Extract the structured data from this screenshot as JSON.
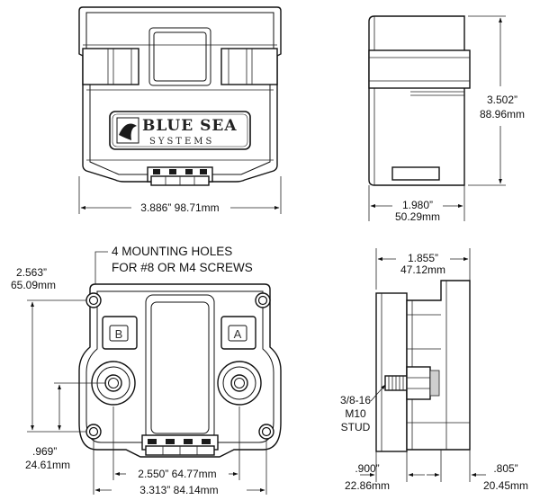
{
  "front_view": {
    "logo_brand": "BLUE SEA",
    "logo_sub": "SYSTEMS",
    "width_dim": "3.886” 98.71mm"
  },
  "side_view_top": {
    "height_dim_in": "3.502”",
    "height_dim_mm": "88.96mm",
    "depth_dim_in": "1.980”",
    "depth_dim_mm": "50.29mm"
  },
  "bottom_view": {
    "mounting_note_line1": "4 MOUNTING HOLES",
    "mounting_note_line2": "FOR #8 OR M4 SCREWS",
    "hole_height_in": "2.563”",
    "hole_height_mm": "65.09mm",
    "stud_height_in": ".969”",
    "stud_height_mm": "24.61mm",
    "stud_spacing_dim": "2.550” 64.77mm",
    "hole_spacing_dim": "3.313” 84.14mm",
    "terminal_b": "B",
    "terminal_a": "A"
  },
  "side_view_bottom": {
    "depth_dim_in": "1.855”",
    "depth_dim_mm": "47.12mm",
    "stud_label_1": "3/8-16",
    "stud_label_2": "M10",
    "stud_label_3": "STUD",
    "base_dim_in": ".900”",
    "base_dim_mm": "22.86mm",
    "flange_dim_in": ".805”",
    "flange_dim_mm": "20.45mm"
  }
}
